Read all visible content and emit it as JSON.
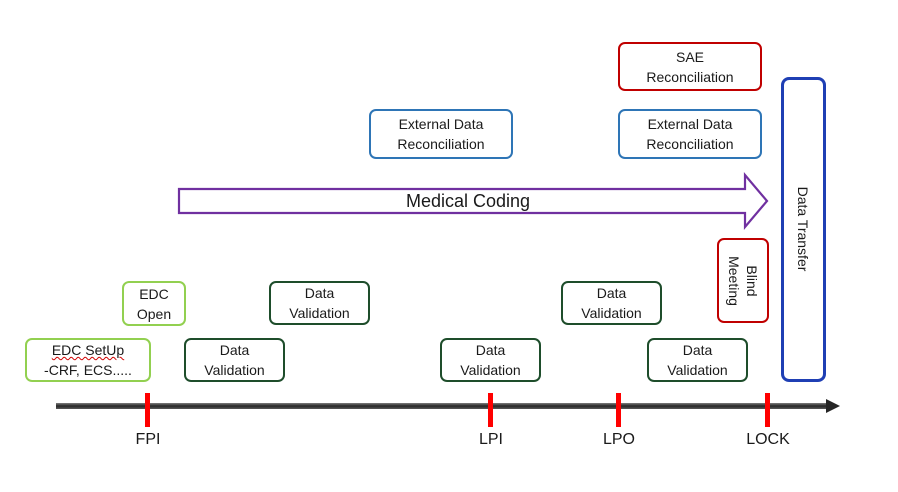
{
  "medical_coding": {
    "label": "Medical Coding"
  },
  "data_transfer": {
    "label": "Data Transfer"
  },
  "blind_meeting": {
    "line1": "Blind",
    "line2": "Meeting"
  },
  "sae_reconciliation": {
    "line1": "SAE",
    "line2": "Reconciliation"
  },
  "external_data_1": {
    "line1": "External Data",
    "line2": "Reconciliation"
  },
  "external_data_2": {
    "line1": "External Data",
    "line2": "Reconciliation"
  },
  "edc_setup": {
    "line1": "EDC SetUp",
    "line2": "-CRF, ECS....."
  },
  "edc_open": {
    "line1": "EDC",
    "line2": "Open"
  },
  "data_validation": [
    {
      "line1": "Data",
      "line2": "Validation"
    },
    {
      "line1": "Data",
      "line2": "Validation"
    },
    {
      "line1": "Data",
      "line2": "Validation"
    },
    {
      "line1": "Data",
      "line2": "Validation"
    },
    {
      "line1": "Data",
      "line2": "Validation"
    }
  ],
  "milestones": [
    {
      "label": "FPI"
    },
    {
      "label": "LPI"
    },
    {
      "label": "LPO"
    },
    {
      "label": "LOCK"
    }
  ],
  "colors": {
    "edc_green": "#92d050",
    "validation_green": "#1e4d2b",
    "reconciliation_blue": "#2e75b6",
    "alert_red": "#c00000",
    "transfer_navy": "#1f3fb4",
    "coding_purple": "#7030a0",
    "timeline_gray": "#404040",
    "milestone_red": "#ff0000"
  }
}
